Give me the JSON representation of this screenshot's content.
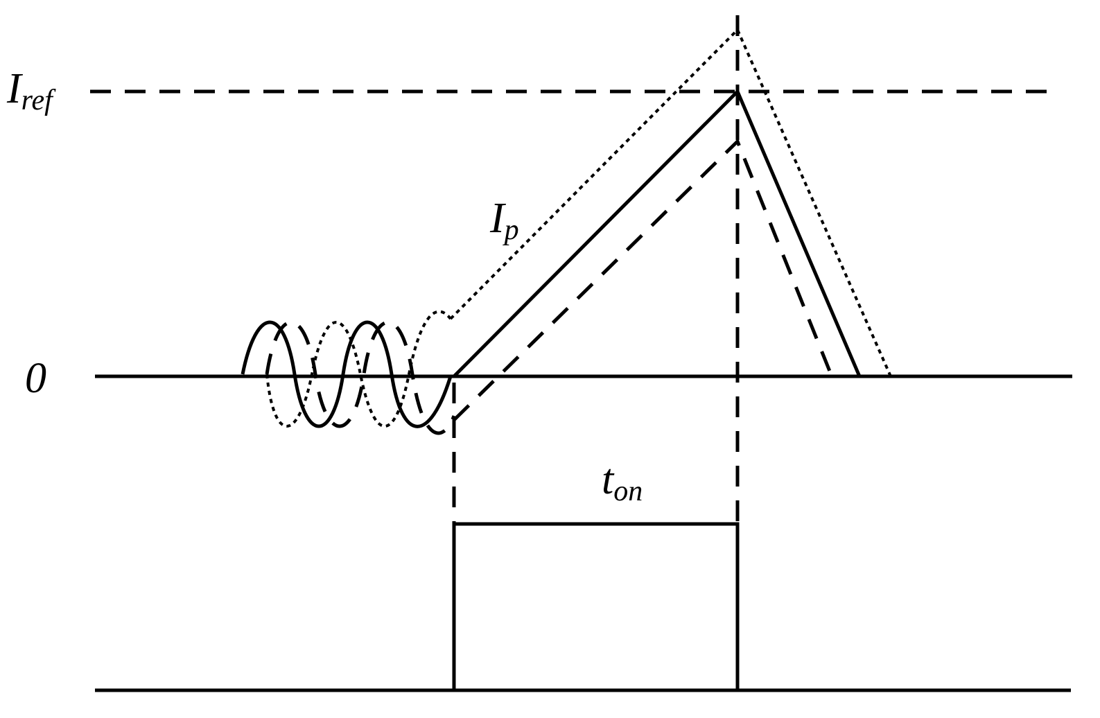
{
  "labels": {
    "iref_main": "I",
    "iref_sub": "ref",
    "zero": "0",
    "ip_main": "I",
    "ip_sub": "p",
    "ton_main": "t",
    "ton_sub": "on"
  }
}
